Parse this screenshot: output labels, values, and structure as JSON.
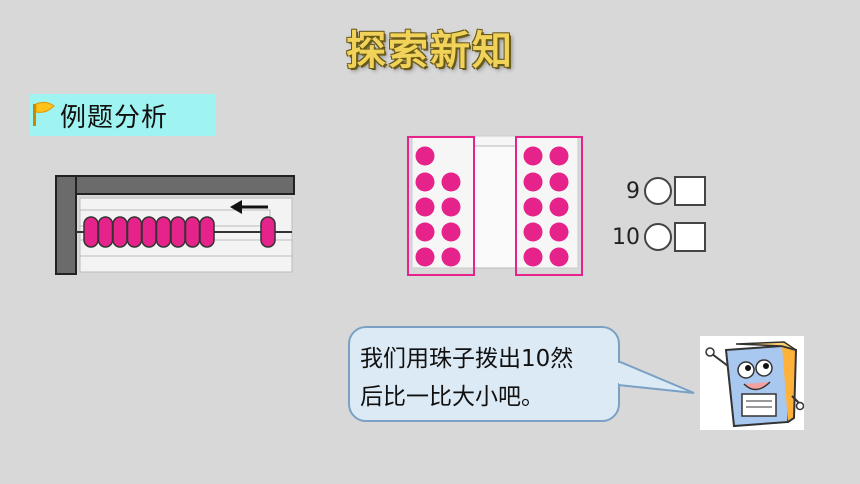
{
  "slide": {
    "title": "探索新知",
    "section_label": "例题分析"
  },
  "comparisons": [
    {
      "left": "9"
    },
    {
      "left": "10"
    }
  ],
  "speech_bubble": {
    "line1": "我们用珠子拨出10然",
    "line2": "后比一比大小吧。"
  },
  "colors": {
    "bead": "#e6238a",
    "title": "#f2d35a",
    "tag_bg": "#9ff3f0",
    "bubble_bg": "#dceaf5"
  },
  "icons": {
    "section_flag": "flag-icon",
    "arrow": "arrow-left-icon",
    "mascot": "book-mascot"
  }
}
